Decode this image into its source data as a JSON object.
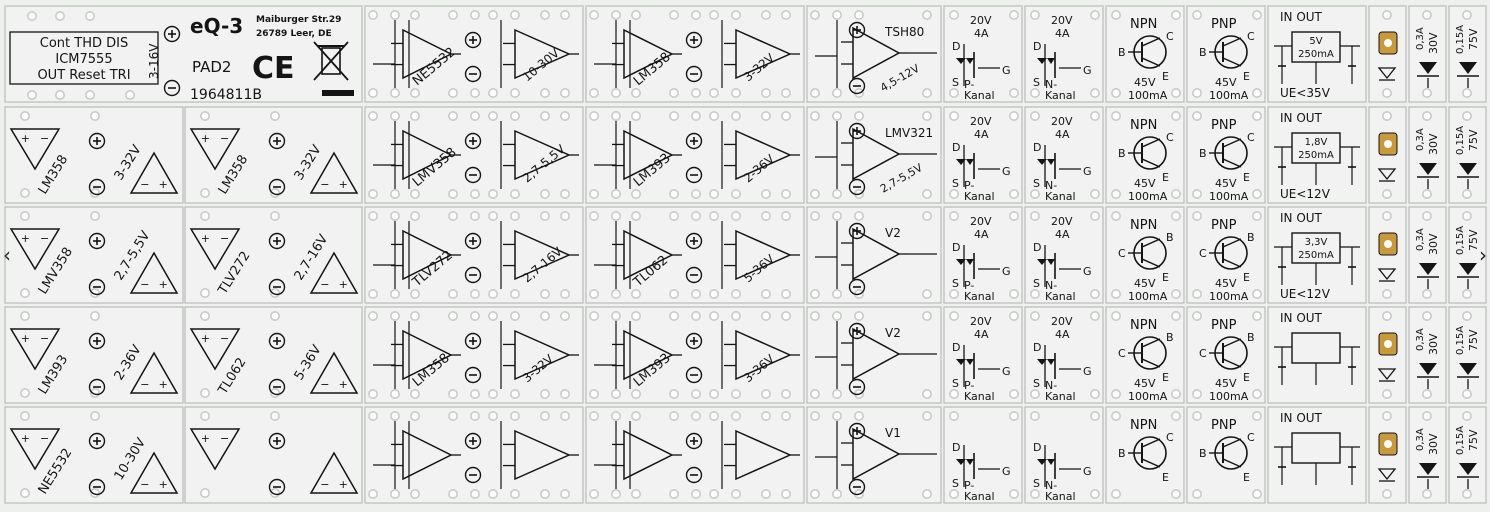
{
  "viewer": {
    "prev_glyph": "‹",
    "next_glyph": "›"
  },
  "colors": {
    "board": "#eef0ee",
    "ink": "#141414",
    "grid": "#b9bcb9",
    "hole_ring": "#c9cbc9",
    "pad_gold": "#c89a3c",
    "slot_line": "#7e827e"
  },
  "header": {
    "brand": "eQ-3",
    "address_line1": "Maiburger Str.29",
    "address_line2": "26789 Leer, DE",
    "board_name": "PAD2",
    "serial": "1964811B",
    "ce_mark": "CE",
    "timer_labels": [
      "Cont THD DIS",
      "ICM7555",
      "OUT Reset TRI"
    ],
    "timer_voltage": "3-16V"
  },
  "rows": [
    {
      "left_pair": [],
      "opamp_a": {
        "chip": "NE5532",
        "voltage": "10-30V"
      },
      "opamp_b": {
        "chip": "LM358",
        "voltage": "3-32V"
      },
      "single_opamp": {
        "chip": "TSH80",
        "voltage": "4,5-12V"
      },
      "mosfets": [
        {
          "voltage": "20V",
          "current": "4A",
          "type": "P-",
          "kanal": "Kanal",
          "pins": [
            "D",
            "S",
            "G"
          ]
        },
        {
          "voltage": "20V",
          "current": "4A",
          "type": "N-",
          "kanal": "Kanal",
          "pins": [
            "D",
            "S",
            "G"
          ]
        }
      ],
      "bjts": [
        {
          "type": "NPN",
          "voltage": "45V",
          "current": "100mA",
          "pins": [
            "B",
            "C",
            "E"
          ]
        },
        {
          "type": "PNP",
          "voltage": "45V",
          "current": "100mA",
          "pins": [
            "B",
            "C",
            "E"
          ]
        }
      ],
      "regulator": {
        "io": "IN OUT",
        "spec_v": "5V",
        "spec_i": "250mA",
        "ue": "UE<35V"
      },
      "zener": {
        "current": "0,3A",
        "voltage": "30V"
      },
      "diode": {
        "current": "0,15A",
        "voltage": "75V"
      }
    },
    {
      "left_pair": [
        {
          "chip": "LM358",
          "voltage": "3-32V"
        },
        {
          "chip": "LM358",
          "voltage": "3-32V"
        }
      ],
      "opamp_a": {
        "chip": "LMV358",
        "voltage": "2,7-5,5V"
      },
      "opamp_b": {
        "chip": "LM393",
        "voltage": "2-36V"
      },
      "single_opamp": {
        "chip": "LMV321",
        "voltage": "2,7-5,5V"
      },
      "mosfets": [
        {
          "voltage": "20V",
          "current": "4A",
          "type": "P-",
          "kanal": "Kanal",
          "pins": [
            "D",
            "S",
            "G"
          ]
        },
        {
          "voltage": "20V",
          "current": "4A",
          "type": "N-",
          "kanal": "Kanal",
          "pins": [
            "D",
            "S",
            "G"
          ]
        }
      ],
      "bjts": [
        {
          "type": "NPN",
          "voltage": "45V",
          "current": "100mA",
          "pins": [
            "B",
            "C",
            "E"
          ]
        },
        {
          "type": "PNP",
          "voltage": "45V",
          "current": "100mA",
          "pins": [
            "B",
            "C",
            "E"
          ]
        }
      ],
      "regulator": {
        "io": "IN OUT",
        "spec_v": "1,8V",
        "spec_i": "250mA",
        "ue": "UE<12V"
      },
      "zener": {
        "current": "0,3A",
        "voltage": "30V"
      },
      "diode": {
        "current": "0,15A",
        "voltage": "75V"
      }
    },
    {
      "left_pair": [
        {
          "chip": "LMV358",
          "voltage": "2,7-5,5V"
        },
        {
          "chip": "TLV272",
          "voltage": "2,7-16V"
        }
      ],
      "opamp_a": {
        "chip": "TLV272",
        "voltage": "2,7-16V"
      },
      "opamp_b": {
        "chip": "TL062",
        "voltage": "5-36V"
      },
      "single_opamp": {
        "chip": "V2",
        "voltage": ""
      },
      "mosfets": [
        {
          "voltage": "20V",
          "current": "4A",
          "type": "P-",
          "kanal": "Kanal",
          "pins": [
            "D",
            "S",
            "G"
          ]
        },
        {
          "voltage": "20V",
          "current": "4A",
          "type": "N-",
          "kanal": "Kanal",
          "pins": [
            "D",
            "S",
            "G"
          ]
        }
      ],
      "bjts": [
        {
          "type": "NPN",
          "voltage": "45V",
          "current": "100mA",
          "pins": [
            "C",
            "B",
            "E"
          ]
        },
        {
          "type": "PNP",
          "voltage": "45V",
          "current": "100mA",
          "pins": [
            "C",
            "B",
            "E"
          ]
        }
      ],
      "regulator": {
        "io": "IN OUT",
        "spec_v": "3,3V",
        "spec_i": "250mA",
        "ue": "UE<12V"
      },
      "zener": {
        "current": "0,3A",
        "voltage": "30V"
      },
      "diode": {
        "current": "0,15A",
        "voltage": "75V"
      }
    },
    {
      "left_pair": [
        {
          "chip": "LM393",
          "voltage": "2-36V"
        },
        {
          "chip": "TL062",
          "voltage": "5-36V"
        }
      ],
      "opamp_a": {
        "chip": "LM358",
        "voltage": "3-32V"
      },
      "opamp_b": {
        "chip": "LM393",
        "voltage": "3-36V"
      },
      "single_opamp": {
        "chip": "V2",
        "voltage": ""
      },
      "mosfets": [
        {
          "voltage": "20V",
          "current": "4A",
          "type": "P-",
          "kanal": "Kanal",
          "pins": [
            "D",
            "S",
            "G"
          ]
        },
        {
          "voltage": "20V",
          "current": "4A",
          "type": "N-",
          "kanal": "Kanal",
          "pins": [
            "D",
            "S",
            "G"
          ]
        }
      ],
      "bjts": [
        {
          "type": "NPN",
          "voltage": "45V",
          "current": "100mA",
          "pins": [
            "C",
            "B",
            "E"
          ]
        },
        {
          "type": "PNP",
          "voltage": "45V",
          "current": "100mA",
          "pins": [
            "C",
            "B",
            "E"
          ]
        }
      ],
      "regulator": {
        "io": "IN OUT",
        "spec_v": "",
        "spec_i": "",
        "ue": ""
      },
      "zener": {
        "current": "0,3A",
        "voltage": "30V"
      },
      "diode": {
        "current": "0,15A",
        "voltage": "75V"
      }
    },
    {
      "left_pair": [
        {
          "chip": "NE5532",
          "voltage": "10-30V"
        },
        {
          "chip": "",
          "voltage": ""
        }
      ],
      "opamp_a": {
        "chip": "",
        "voltage": ""
      },
      "opamp_b": {
        "chip": "",
        "voltage": ""
      },
      "single_opamp": {
        "chip": "V1",
        "voltage": ""
      },
      "mosfets": [
        {
          "voltage": "",
          "current": "",
          "type": "P-",
          "kanal": "Kanal",
          "pins": [
            "D",
            "S",
            "G"
          ]
        },
        {
          "voltage": "",
          "current": "",
          "type": "N-",
          "kanal": "Kanal",
          "pins": [
            "D",
            "S",
            "G"
          ]
        }
      ],
      "bjts": [
        {
          "type": "NPN",
          "voltage": "",
          "current": "",
          "pins": [
            "B",
            "C",
            "E"
          ]
        },
        {
          "type": "PNP",
          "voltage": "",
          "current": "",
          "pins": [
            "B",
            "C",
            "E"
          ]
        }
      ],
      "regulator": {
        "io": "IN OUT",
        "spec_v": "",
        "spec_i": "",
        "ue": ""
      },
      "zener": {
        "current": "0,3A",
        "voltage": "30V"
      },
      "diode": {
        "current": "0,15A",
        "voltage": "75V"
      }
    }
  ]
}
